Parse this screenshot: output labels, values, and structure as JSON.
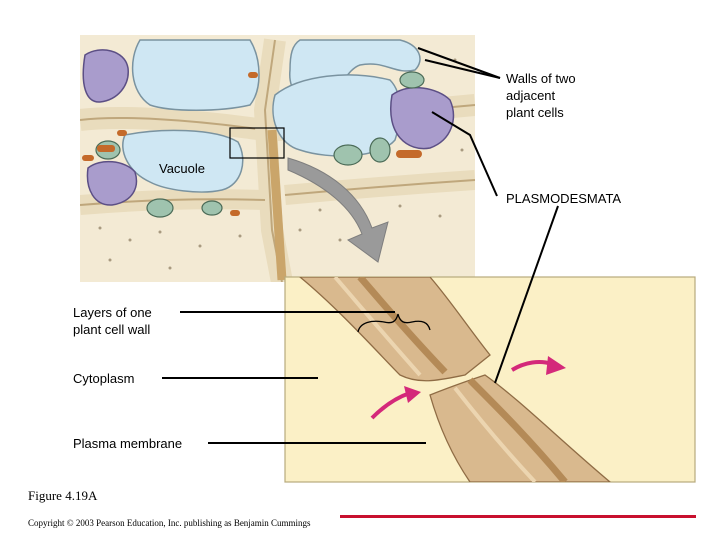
{
  "labels": {
    "walls_of_two_cells": "Walls of two\nadjacent\nplant cells",
    "vacuole": "Vacuole",
    "plasmodesmata": "PLASMODESMATA",
    "layers_of_one_wall": "Layers of one\nplant cell wall",
    "cytoplasm": "Cytoplasm",
    "plasma_membrane": "Plasma membrane"
  },
  "figure_caption": "Figure 4.19A",
  "copyright": "Copyright © 2003 Pearson Education, Inc. publishing as Benjamin Cummings",
  "colors": {
    "cell_wall": "#e9dcbd",
    "wall_line": "#bfa77c",
    "vacuole": "#cfe7f3",
    "nucleus": "#a99ccc",
    "chloroplast": "#9fc3ae",
    "mitochondria": "#c46a2a",
    "inset_bg": "#fbf0c6",
    "arrow_gray": "#9a9a9a",
    "arrow_magenta": "#d4297a",
    "footer_rule": "#c8102e"
  }
}
